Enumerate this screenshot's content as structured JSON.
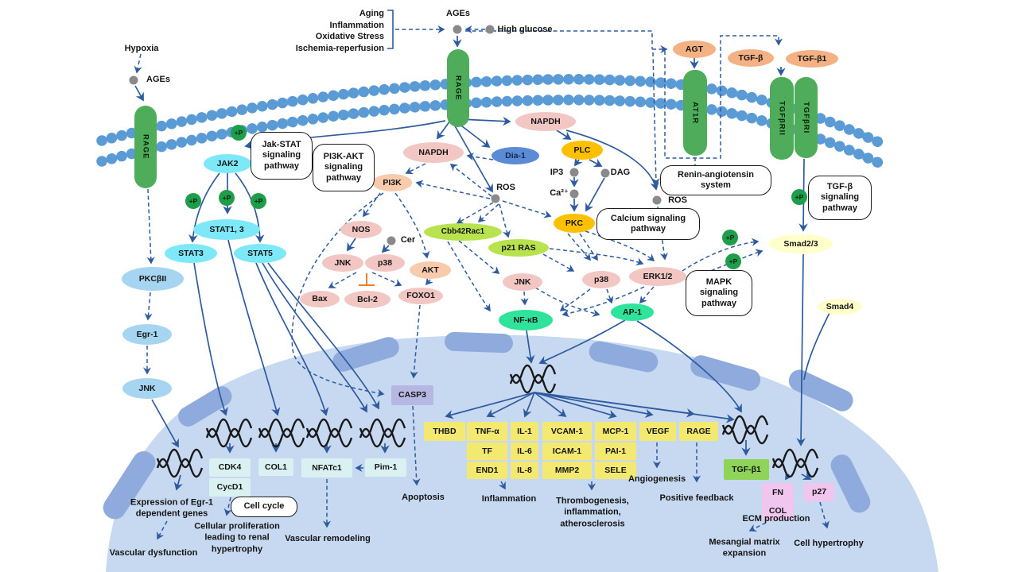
{
  "colors": {
    "arrow": "#2E5B9F",
    "membrane": "#5B9BD5",
    "receptor": "#4FAC5B",
    "nucleus": "#C7D9F0",
    "blob": "#8FAADC",
    "cyan": "#7DE8F8",
    "lblue": "#A6D5F2",
    "pink": "#F2C6C2",
    "peach": "#F8CBAD",
    "orange": "#FFC000",
    "blue": "#5B8BD5",
    "green2": "#B8E34F",
    "mint": "#2FE39B",
    "cream": "#FFFFC9",
    "salmon": "#F4B183",
    "yellowbox": "#F3E970",
    "cyanbox": "#D9F2F1",
    "lavender": "#B7B7E4",
    "greenbox": "#8ED458",
    "violet": "#F0C6EE",
    "dot": "#8A8A8A",
    "pp": "#1E9E4A",
    "tbar": "#ED7D31"
  },
  "stimuli": {
    "hypoxia": "Hypoxia",
    "ages": "AGEs",
    "high_glucose": "High glucose",
    "factors": "Aging\nInflammation\nOxidative Stress\nIschemia-reperfusion"
  },
  "receptors": {
    "rage": "RAGE",
    "at1r": "AT1R",
    "tgfbr2": "TGFβRII",
    "tgfbr1": "TGFβRI"
  },
  "nodes": {
    "jak2": "JAK2",
    "stat13": "STAT1, 3",
    "stat3": "STAT3",
    "stat5": "STAT5",
    "pkcb2": "PKCβII",
    "egr1": "Egr-1",
    "jnk": "JNK",
    "napdh": "NAPDH",
    "dia1": "Dia-1",
    "plc": "PLC",
    "ip3": "IP3",
    "dag": "DAG",
    "ca2": "Ca²⁺",
    "pkc": "PKC",
    "ros": "ROS",
    "pi3k": "PI3K",
    "nos": "NOS",
    "cer": "Cer",
    "p38": "p38",
    "akt": "AKT",
    "bax": "Bax",
    "bcl2": "Bcl-2",
    "foxo1": "FOXO1",
    "cbb42rac1": "Cbb42Rac1",
    "p21ras": "p21 RAS",
    "erk12": "ERK1/2",
    "nfkb": "NF-κB",
    "ap1": "AP-1",
    "agt": "AGT",
    "tgfb": "TGF-β",
    "tgfb1": "TGF-β1",
    "smad23": "Smad2/3",
    "smad4": "Smad4",
    "casp3": "CASP3",
    "phospho": "+P"
  },
  "pathway_labels": {
    "jak_stat": "Jak-STAT\nsignaling\npathway",
    "pi3k_akt": "PI3K-AKT\nsignaling\npathway",
    "renin": "Renin-angiotensin\nsystem",
    "calcium": "Calcium signaling\npathway",
    "mapk": "MAPK\nsignaling\npathway",
    "tgfb": "TGF-β\nsignaling\npathway",
    "cell_cycle": "Cell cycle"
  },
  "genes": {
    "thbd": "THBD",
    "tnfa": "TNF-α",
    "il1": "IL-1",
    "vcam1": "VCAM-1",
    "mcp1": "MCP-1",
    "vegf": "VEGF",
    "rage": "RAGE",
    "tf": "TF",
    "il6": "IL-6",
    "icam1": "ICAM-1",
    "pai1": "PAI-1",
    "end1": "END1",
    "il8": "IL-8",
    "mmp2": "MMP2",
    "sele": "SELE"
  },
  "nucleus_products": {
    "cdk4": "CDK4",
    "cycd1": "CycD1",
    "col1": "COL1",
    "nfatc1": "NFATc1",
    "pim1": "Pim-1",
    "tgfb1": "TGF-β1",
    "fn": "FN",
    "col": "COL",
    "p27": "p27"
  },
  "outcomes": {
    "expression": "Expression of Egr-1\ndependent genes",
    "vascular_dysfunction": "Vascular dysfunction",
    "cellular_proliferation": "Cellular proliferation\nleading to renal\nhypertrophy",
    "vascular_remodeling": "Vascular remodeling",
    "apoptosis": "Apoptosis",
    "inflammation": "Inflammation",
    "thrombogenesis": "Thrombogenesis,\ninflammation,\natherosclerosis",
    "angiogenesis": "Angiogenesis",
    "positive_feedback": "Positive feedback",
    "ecm": "ECM production",
    "mesangial": "Mesangial matrix\nexpansion",
    "cell_hypertrophy": "Cell hypertrophy"
  }
}
